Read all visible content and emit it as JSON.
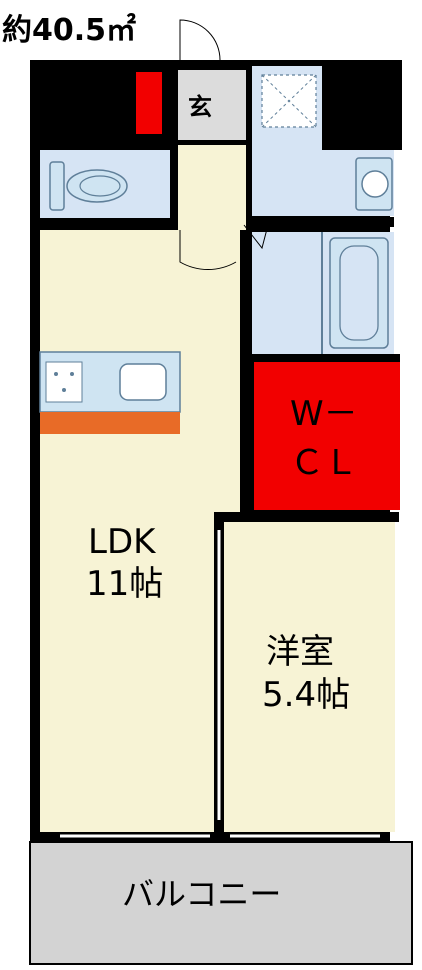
{
  "title": {
    "area": "約40.5㎡"
  },
  "rooms": {
    "entrance": {
      "label": "玄"
    },
    "ldk": {
      "label": "LDK",
      "size": "11帖"
    },
    "wcl": {
      "label_line1": "W－",
      "label_line2": "ＣＬ"
    },
    "western": {
      "label": "洋室",
      "size": "5.4帖"
    },
    "balcony": {
      "label": "バルコニー"
    }
  },
  "colors": {
    "wall": "#000000",
    "floor": "#f7f3d5",
    "wet_area": "#d6e4f4",
    "closet": "#f20000",
    "balcony": "#d3d3d3",
    "counter": "#e86b27",
    "fixture": "#cfe4f2",
    "line": "#5f7f99"
  }
}
